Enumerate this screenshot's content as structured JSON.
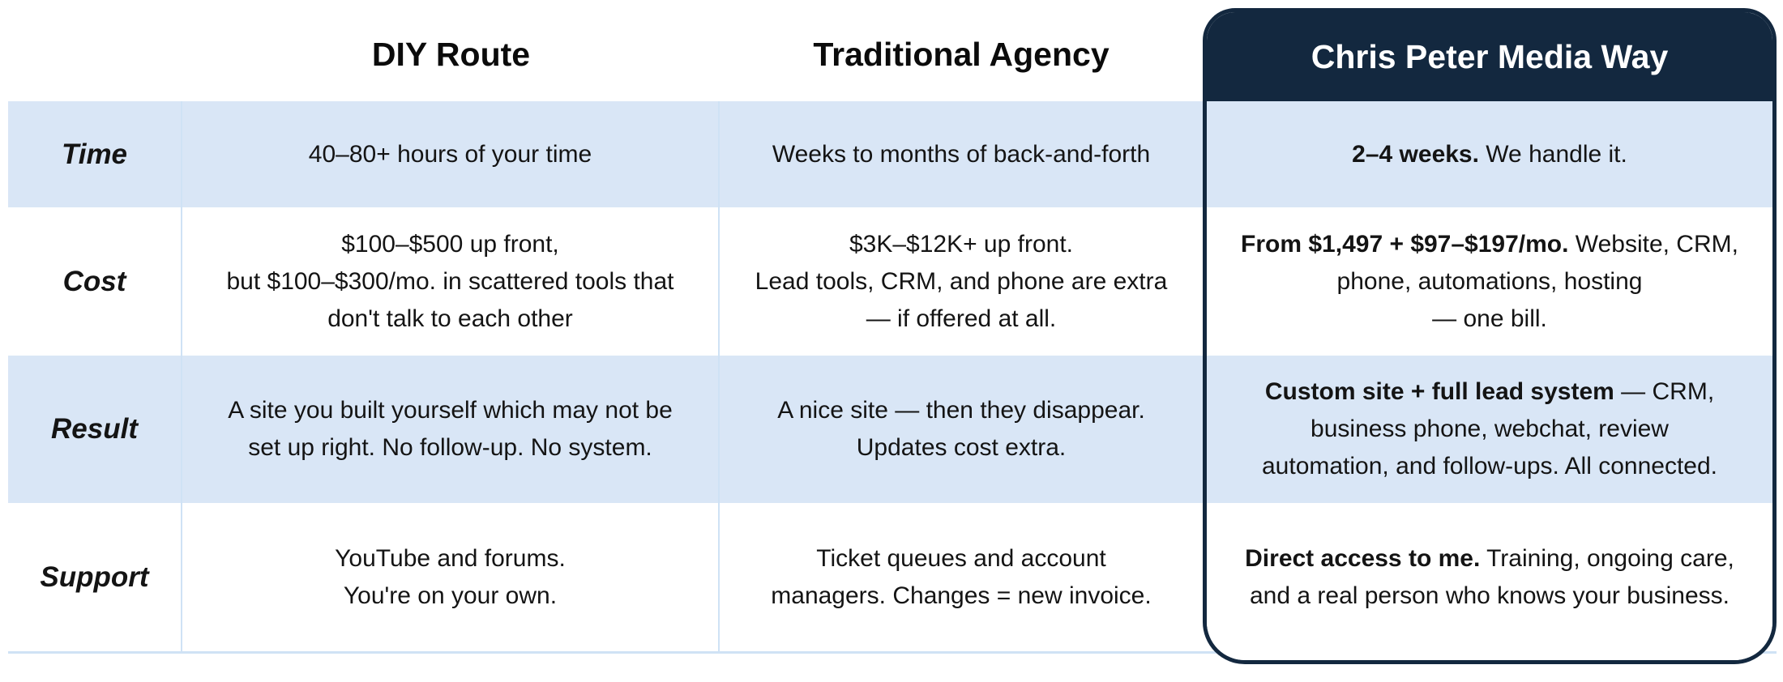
{
  "colors": {
    "navy": "#13283F",
    "row_blue": "#D9E6F6",
    "divider": "#CFE2F5",
    "ink": "#141414",
    "header_text_on_navy": "#FFFFFF"
  },
  "chart_data": {
    "type": "table",
    "title": "",
    "highlight_column": "Chris Peter Media Way",
    "layout": {
      "grid": "banded-rows",
      "legend": "none",
      "header_row": true
    },
    "headers": {
      "label": "",
      "diy": "DIY Route",
      "agency": "Traditional Agency",
      "ours": "Chris Peter Media Way"
    },
    "rows": [
      {
        "label": "Time",
        "diy": "40–80+ hours of your time",
        "agency": "Weeks to months of back-and-forth",
        "ours_lead": "2–4 weeks.",
        "ours_rest": " We handle it."
      },
      {
        "label": "Cost",
        "diy": "$100–$500 up front,\nbut $100–$300/mo. in scattered tools that\ndon't talk to each other",
        "agency": "$3K–$12K+ up front.\nLead tools, CRM, and phone are extra\n— if offered at all.",
        "ours_lead": "From $1,497 + $97–$197/mo.",
        "ours_rest": " Website, CRM,\nphone, automations, hosting\n— one bill."
      },
      {
        "label": "Result",
        "diy": "A site you built yourself which may not be\nset up right. No follow-up. No system.",
        "agency": "A nice site — then they disappear.\nUpdates cost extra.",
        "ours_lead": "Custom site + full lead system",
        "ours_rest": " — CRM,\nbusiness phone, webchat, review\nautomation, and follow-ups. All connected."
      },
      {
        "label": "Support",
        "diy": "YouTube and forums.\nYou're on your own.",
        "agency": "Ticket queues and account\nmanagers. Changes = new invoice.",
        "ours_lead": "Direct access to me.",
        "ours_rest": " Training, ongoing care,\nand a real person who knows your business."
      }
    ]
  }
}
